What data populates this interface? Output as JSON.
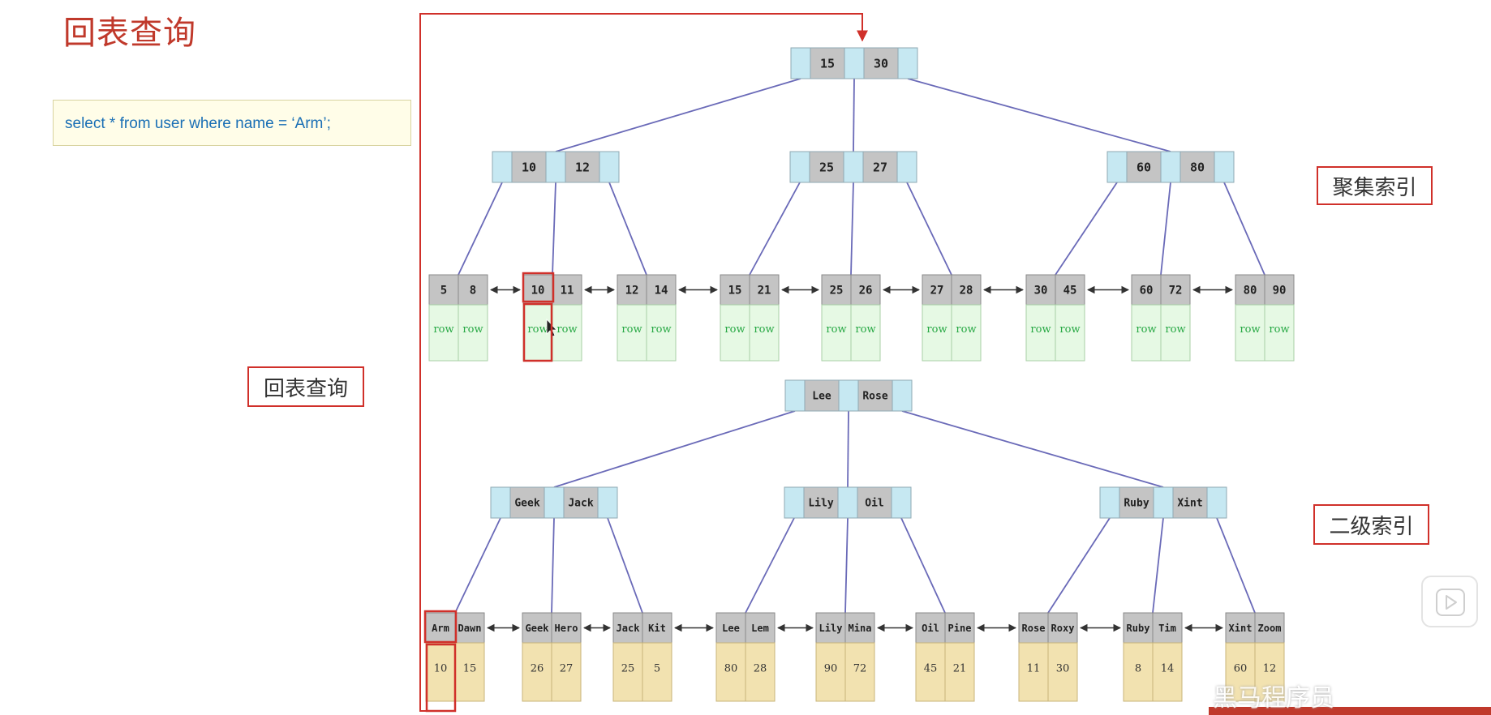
{
  "title": "回表查询",
  "sql": "select * from user where name = ‘Arm’;",
  "labels": {
    "huibiao": "回表查询",
    "clustered": "聚集索引",
    "secondary": "二级索引"
  },
  "watermark": "黑马程序员",
  "colors": {
    "title_red": "#c0392b",
    "highlight_red": "#d0302a",
    "node_gray": "#c4c4c4",
    "pointer_blue": "#c6e8f2",
    "row_green_bg": "#e6f9e4",
    "row_green_text": "#27a844",
    "leaf_beige": "#f2e2b0",
    "edge_purple": "#6a6ab8"
  },
  "clustered_index": {
    "root": [
      "15",
      "30"
    ],
    "internal": [
      [
        "10",
        "12"
      ],
      [
        "25",
        "27"
      ],
      [
        "60",
        "80"
      ]
    ],
    "leaves": [
      [
        "5",
        "8"
      ],
      [
        "10",
        "11"
      ],
      [
        "12",
        "14"
      ],
      [
        "15",
        "21"
      ],
      [
        "25",
        "26"
      ],
      [
        "27",
        "28"
      ],
      [
        "30",
        "45"
      ],
      [
        "60",
        "72"
      ],
      [
        "80",
        "90"
      ]
    ],
    "row_label": "row"
  },
  "secondary_index": {
    "root": [
      "Lee",
      "Rose"
    ],
    "internal": [
      [
        "Geek",
        "Jack"
      ],
      [
        "Lily",
        "Oil"
      ],
      [
        "Ruby",
        "Xint"
      ]
    ],
    "leaves": [
      [
        "Arm",
        "Dawn"
      ],
      [
        "Geek",
        "Hero"
      ],
      [
        "Jack",
        "Kit"
      ],
      [
        "Lee",
        "Lem"
      ],
      [
        "Lily",
        "Mina"
      ],
      [
        "Oil",
        "Pine"
      ],
      [
        "Rose",
        "Roxy"
      ],
      [
        "Ruby",
        "Tim"
      ],
      [
        "Xint",
        "Zoom"
      ]
    ],
    "leaf_ids": [
      [
        "10",
        "15"
      ],
      [
        "26",
        "27"
      ],
      [
        "25",
        "5"
      ],
      [
        "80",
        "28"
      ],
      [
        "90",
        "72"
      ],
      [
        "45",
        "21"
      ],
      [
        "11",
        "30"
      ],
      [
        "8",
        "14"
      ],
      [
        "60",
        "12"
      ]
    ]
  }
}
